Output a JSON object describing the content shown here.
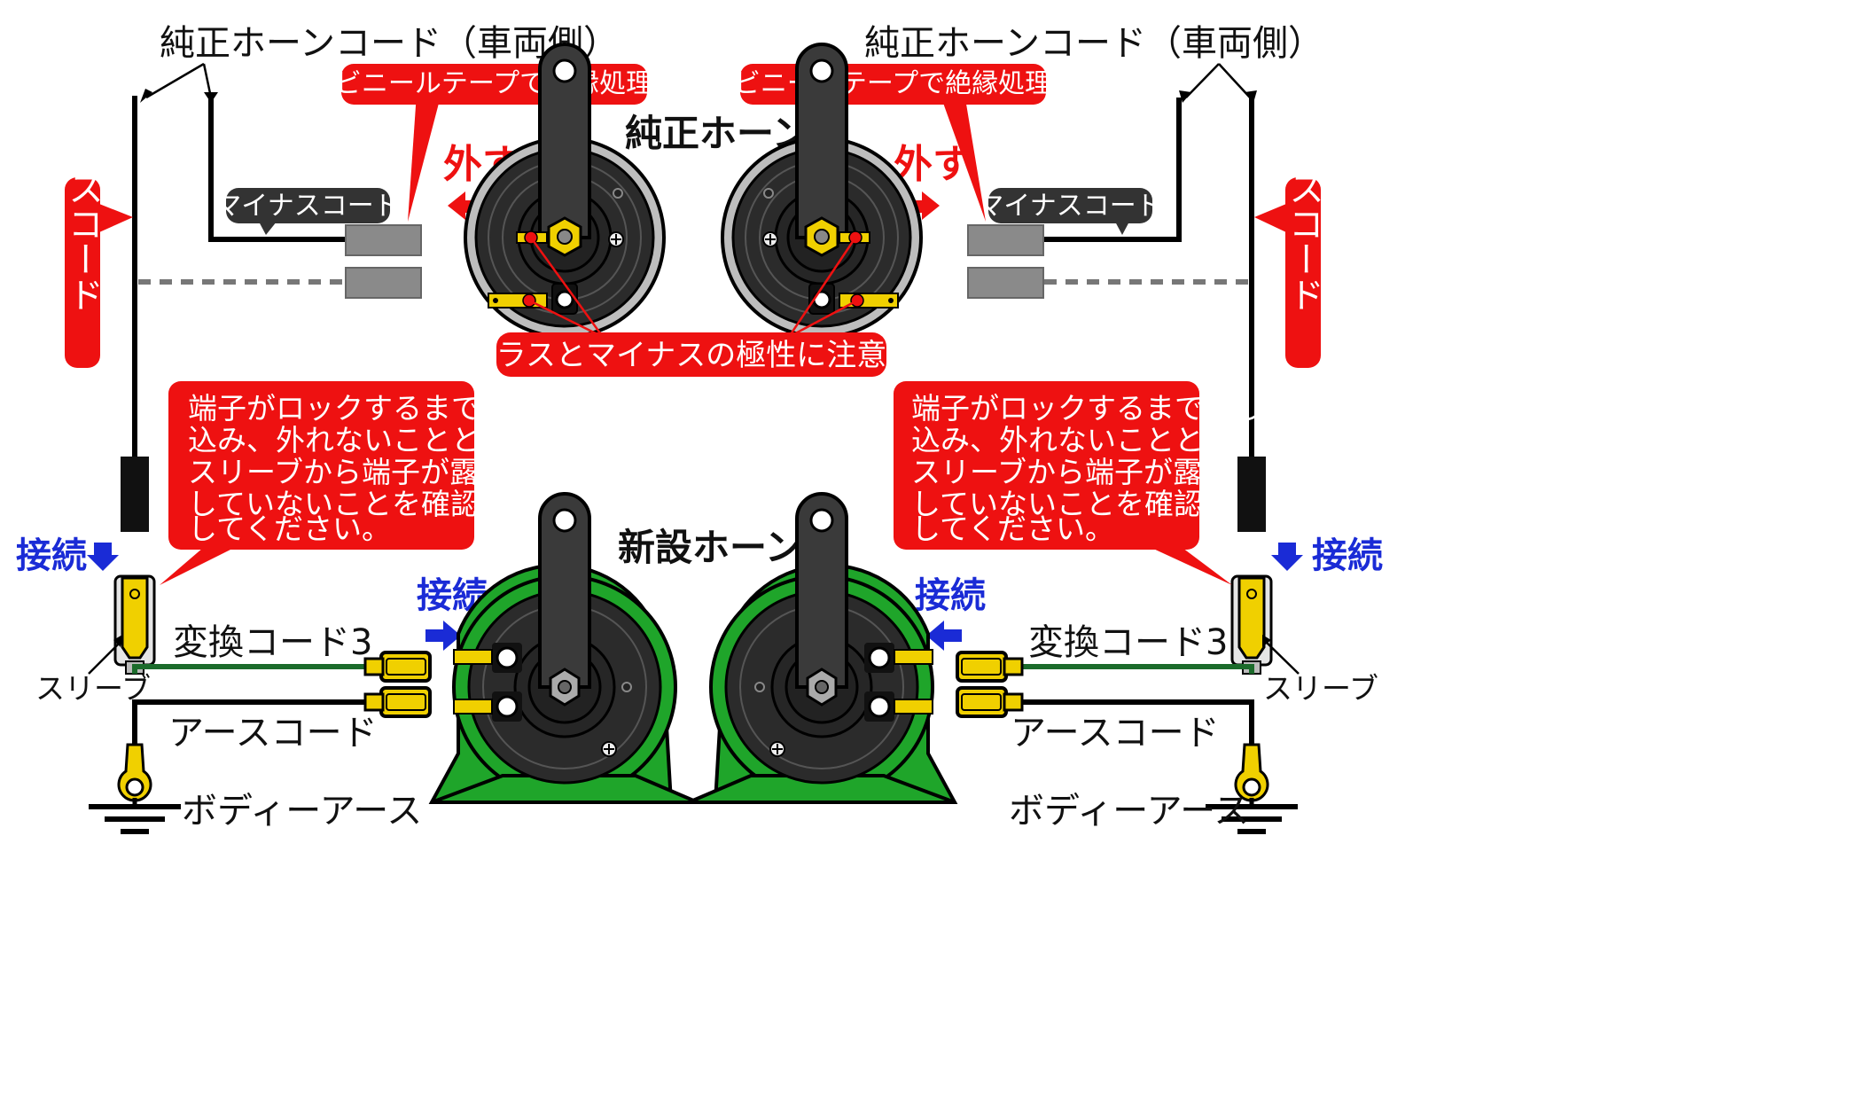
{
  "colors": {
    "red": "#ee1111",
    "blue": "#1a2bd6",
    "green_horn": "#1fa52a",
    "dark_horn": "#2b2b2b",
    "gray_connector": "#8a8a8a",
    "wire_green": "#1b6b2b",
    "terminal_yellow": "#f0d000"
  },
  "labels": {
    "oem_cord": "純正ホーンコード（車両側）",
    "insulate": "ビニールテープで絶縁処理",
    "oem_horn": "純正ホーン",
    "remove": "外す",
    "minus_cord": "マイナスコード",
    "plus_cord": "プラスコード",
    "polarity": "プラスとマイナスの極性に注意！",
    "lock_note": [
      "端子がロックするまで押し",
      "込み、外れないことと、",
      "スリーブから端子が露出",
      "していないことを確認",
      "してください。"
    ],
    "connect": "接続",
    "new_horn": "新設ホーン",
    "conversion_cord": "変換コード3",
    "sleeve": "スリーブ",
    "earth_cord": "アースコード",
    "body_earth": "ボディーアース"
  },
  "icons": {
    "arrow_left": "red-left-arrow-icon",
    "arrow_right": "red-right-arrow-icon",
    "arrow_down": "blue-down-arrow-icon",
    "ground": "ground-symbol-icon"
  }
}
